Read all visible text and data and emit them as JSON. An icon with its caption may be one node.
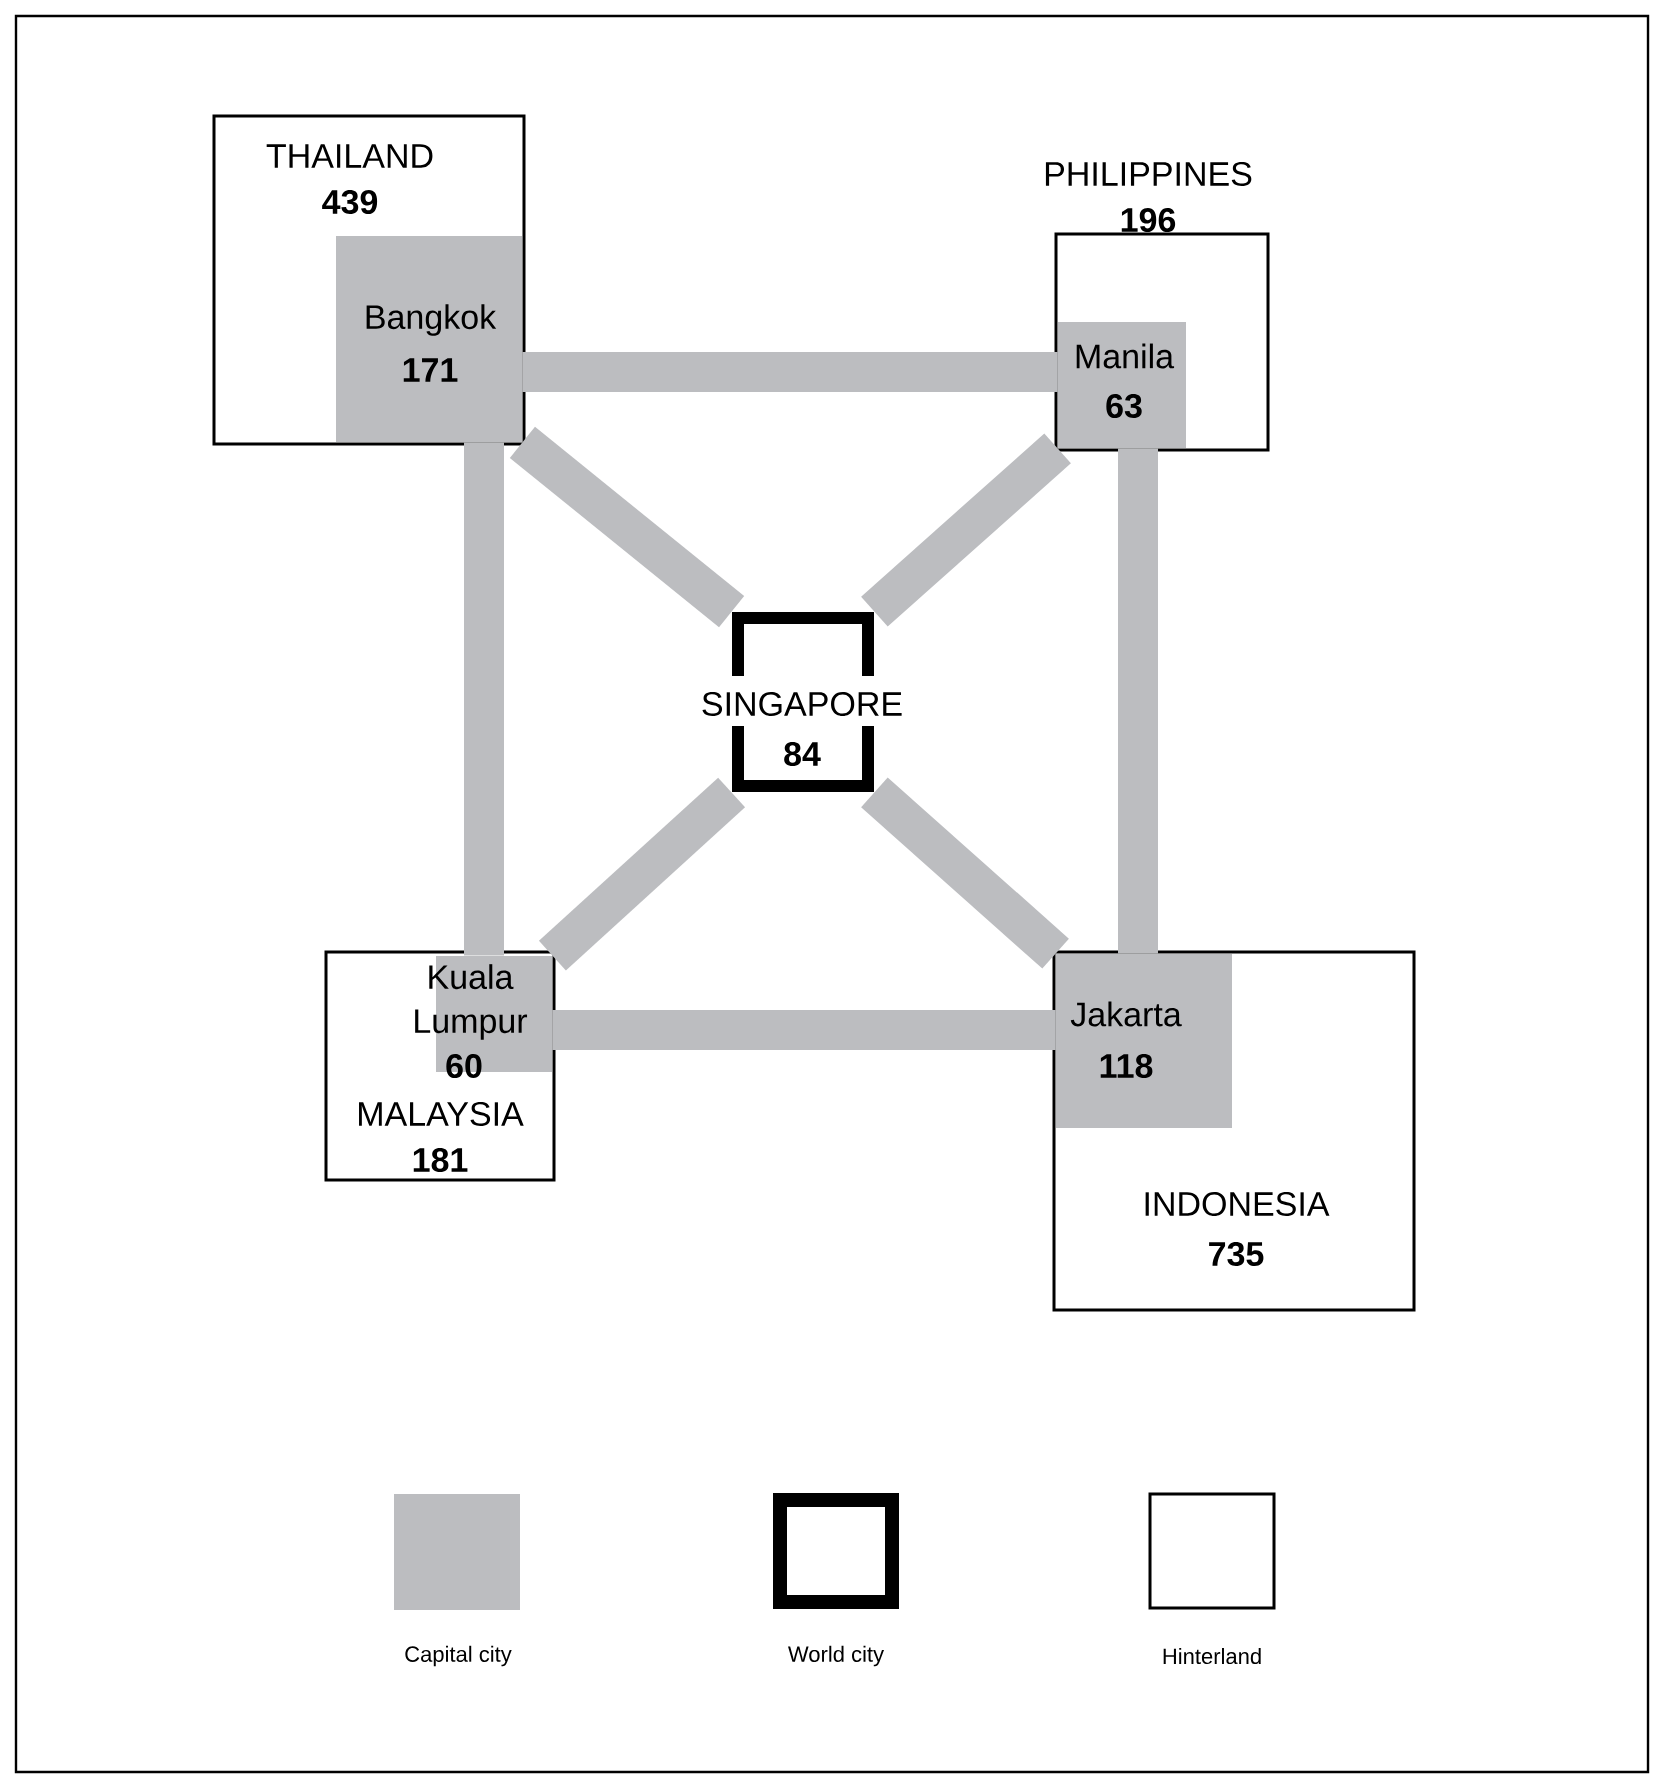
{
  "diagram": {
    "nodes": [
      {
        "text": [
          "THAILAND",
          "439"
        ]
      },
      {
        "text": [
          "Bangkok",
          "171"
        ],
        "in": 0
      },
      {
        "text": [
          "PHILIPPINES",
          "196"
        ]
      },
      {
        "text": [
          "Manila",
          "63"
        ],
        "in": 2
      },
      {
        "text": [
          "SINGAPORE",
          "84"
        ]
      },
      {
        "text": [
          "MALAYSIA",
          "181"
        ]
      },
      {
        "text": [
          "Kuala Lumpur",
          "60"
        ],
        "in": 5
      },
      {
        "text": [
          "INDONESIA",
          "735"
        ]
      },
      {
        "text": [
          "Jakarta",
          "118"
        ],
        "in": 7
      }
    ],
    "edges": [
      {
        "from": 1,
        "to": 3,
        "arrow": "none"
      },
      {
        "from": 1,
        "to": 6,
        "arrow": "none"
      },
      {
        "from": 3,
        "to": 8,
        "arrow": "none"
      },
      {
        "from": 6,
        "to": 8,
        "arrow": "none"
      },
      {
        "from": 1,
        "to": 4,
        "arrow": "none"
      },
      {
        "from": 3,
        "to": 4,
        "arrow": "none"
      },
      {
        "from": 6,
        "to": 4,
        "arrow": "none"
      },
      {
        "from": 8,
        "to": 4,
        "arrow": "none"
      }
    ],
    "legend": [
      {
        "text": "Capital city",
        "color": "#bcbdc0"
      },
      {
        "text": "World city"
      },
      {
        "text": "Hinterland"
      }
    ]
  }
}
